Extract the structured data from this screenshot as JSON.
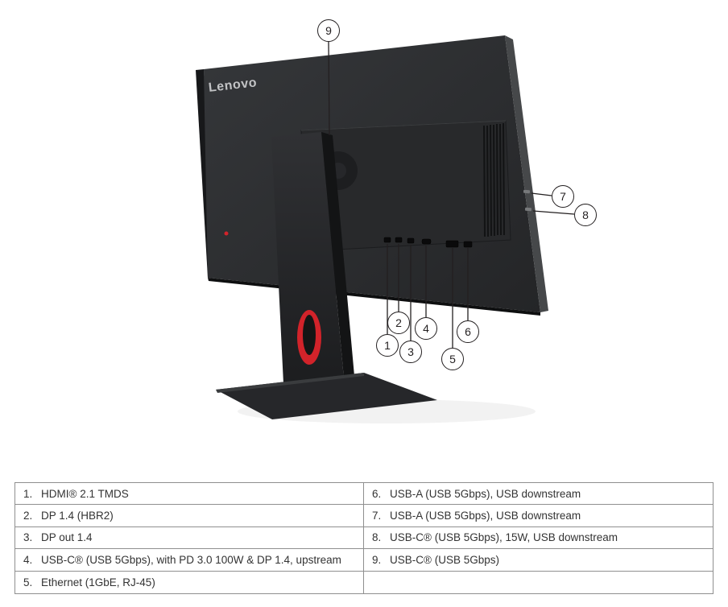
{
  "brand": "Lenovo",
  "callouts": [
    "1",
    "2",
    "3",
    "4",
    "5",
    "6",
    "7",
    "8",
    "9"
  ],
  "colors": {
    "accent_red": "#d2232a",
    "monitor_body": "#2b2d2f",
    "callout_border": "#231f20",
    "table_border": "#8f8f8f",
    "table_text": "#333333"
  },
  "table": {
    "rows": [
      {
        "left_num": "1.",
        "left_label": "HDMI® 2.1 TMDS",
        "right_num": "6.",
        "right_label": "USB-A (USB 5Gbps), USB downstream"
      },
      {
        "left_num": "2.",
        "left_label": "DP 1.4 (HBR2)",
        "right_num": "7.",
        "right_label": "USB-A (USB 5Gbps), USB downstream"
      },
      {
        "left_num": "3.",
        "left_label": "DP out 1.4",
        "right_num": "8.",
        "right_label": "USB-C® (USB 5Gbps), 15W, USB downstream"
      },
      {
        "left_num": "4.",
        "left_label": "USB-C® (USB 5Gbps), with PD 3.0 100W & DP 1.4, upstream",
        "right_num": "9.",
        "right_label": "USB-C® (USB 5Gbps)"
      },
      {
        "left_num": "5.",
        "left_label": "Ethernet (1GbE, RJ-45)",
        "right_num": "",
        "right_label": ""
      }
    ]
  }
}
